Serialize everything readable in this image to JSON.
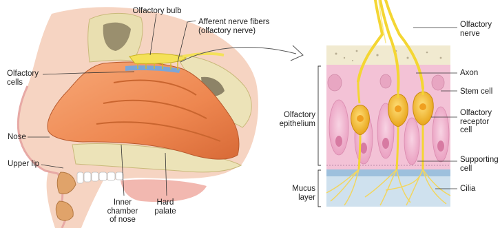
{
  "labels": {
    "olfactory_bulb": "Olfactory bulb",
    "afferent_fibers": "Afferent nerve fibers\n(olfactory nerve)",
    "olfactory_cells": "Olfactory\ncells",
    "nose": "Nose",
    "upper_lip": "Upper lip",
    "inner_chamber": "Inner\nchamber\nof nose",
    "hard_palate": "Hard\npalate",
    "olfactory_nerve": "Olfactory\nnerve",
    "axon": "Axon",
    "stem_cell": "Stem cell",
    "olfactory_receptor_cell": "Olfactory\nreceptor\ncell",
    "supporting_cell": "Supporting\ncell",
    "cilia": "Cilia",
    "olfactory_epithelium": "Olfactory\nepithelium",
    "mucus_layer": "Mucus\nlayer"
  },
  "colors": {
    "skin": "#f3c9b4",
    "nasal_tissue": "#f08a52",
    "bone": "#ece3b8",
    "nerve": "#f4e15a",
    "mucosa_blue": "#7ba6d8",
    "epithelium_pink": "#f0b8d0",
    "mucus_blue": "#cde0ee",
    "receptor_cell": "#f6c32a"
  }
}
